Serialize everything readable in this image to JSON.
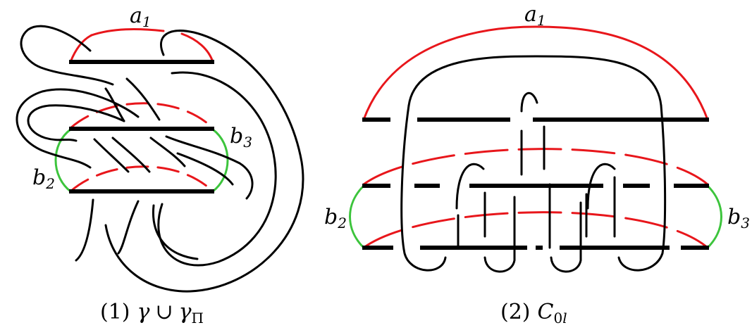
{
  "left_panel": {
    "label_a1": "a",
    "label_a1_sub": "1",
    "label_b2": "b",
    "label_b2_sub": "2",
    "label_b3": "b",
    "label_b3_sub": "3",
    "caption_prefix": "(1)",
    "caption_math_1": "γ",
    "caption_union": "∪",
    "caption_math_2": "γ",
    "caption_math_2_sub": "Π"
  },
  "right_panel": {
    "label_a1": "a",
    "label_a1_sub": "1",
    "label_b2": "b",
    "label_b2_sub": "2",
    "label_b3": "b",
    "label_b3_sub": "3",
    "caption_prefix": "(2)",
    "caption_math": "C",
    "caption_sub_digit": "0",
    "caption_sub_letter": "l"
  },
  "colors": {
    "arc_a": "#e8161b",
    "arc_b": "#3cc43c",
    "strand": "#000000"
  }
}
